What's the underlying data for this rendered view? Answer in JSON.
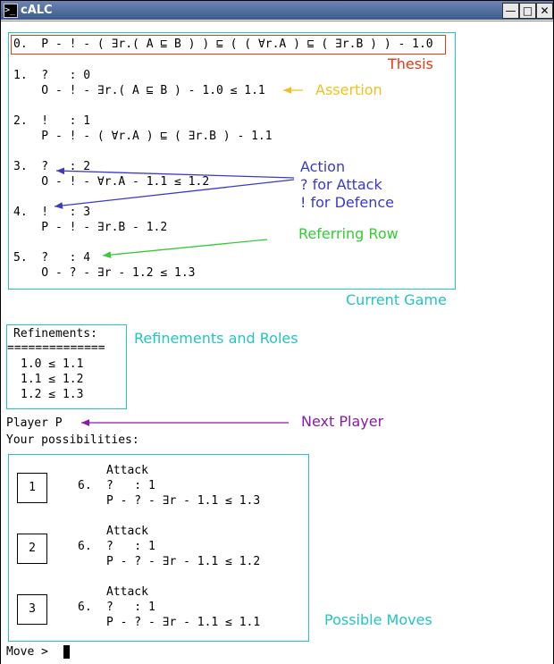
{
  "window": {
    "title": "cALC",
    "icon": "terminal-icon",
    "controls": {
      "minimize": "—",
      "maximize": "□",
      "close": "✕"
    }
  },
  "thesis": {
    "text": "0.  P - ! - ( ∃r.( A ⊑ B ) ) ⊑ ( ( ∀r.A ) ⊑ ( ∃r.B ) ) - 1.0",
    "label": "Thesis"
  },
  "game_rows": [
    {
      "head": "1.  ?   : 0",
      "body": "    O - ! - ∃r.( A ⊑ B ) - 1.0 ≤ 1.1"
    },
    {
      "head": "2.  !   : 1",
      "body": "    P - ! - ( ∀r.A ) ⊑ ( ∃r.B ) - 1.1"
    },
    {
      "head": "3.  ?   : 2",
      "body": "    O - ! - ∀r.A - 1.1 ≤ 1.2"
    },
    {
      "head": "4.  !   : 3",
      "body": "    P - ! - ∃r.B - 1.2"
    },
    {
      "head": "5.  ?   : 4",
      "body": "    O - ? - ∃r - 1.2 ≤ 1.3"
    }
  ],
  "annotations": {
    "assertion": "Assertion",
    "action": [
      "Action",
      "? for Attack",
      "! for Defence"
    ],
    "referring_row": "Referring Row",
    "current_game": "Current Game",
    "refinements_and_roles": "Refinements and Roles",
    "next_player": "Next Player",
    "possible_moves": "Possible Moves"
  },
  "colors": {
    "thesis": "#e23a12",
    "assertion": "#f0c020",
    "action": "#3a3ac8",
    "referring": "#33cc33",
    "box": "#22c4c4",
    "next_player": "#8a1aa8"
  },
  "refinements": {
    "header": "Refinements:",
    "rule": "==============",
    "items": [
      "1.0 ≤ 1.1",
      "1.1 ≤ 1.2",
      "1.2 ≤ 1.3"
    ]
  },
  "player": {
    "line": "Player P",
    "possibilities": "Your possibilities:"
  },
  "moves": [
    {
      "button": "1",
      "number": "6.",
      "action": "Attack",
      "ref": "?   : 1",
      "formula": "P - ? - ∃r - 1.1 ≤ 1.3"
    },
    {
      "button": "2",
      "number": "6.",
      "action": "Attack",
      "ref": "?   : 1",
      "formula": "P - ? - ∃r - 1.1 ≤ 1.2"
    },
    {
      "button": "3",
      "number": "6.",
      "action": "Attack",
      "ref": "?   : 1",
      "formula": "P - ? - ∃r - 1.1 ≤ 1.1"
    }
  ],
  "prompt": "Move > "
}
